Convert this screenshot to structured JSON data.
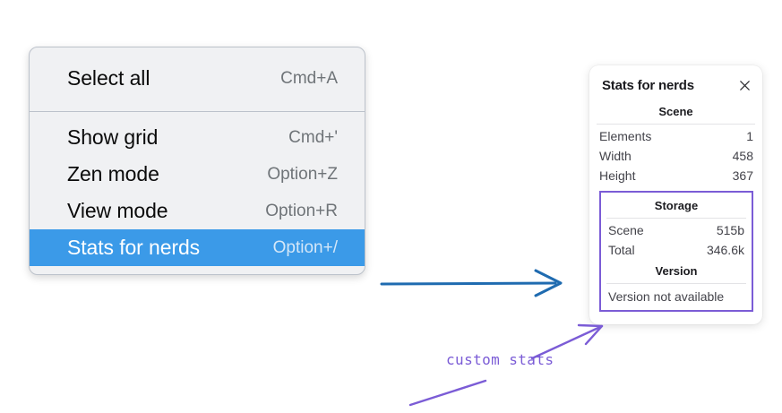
{
  "menu": {
    "groups": [
      {
        "items": [
          {
            "label": "Select all",
            "shortcut": "Cmd+A",
            "selected": false
          }
        ]
      },
      {
        "items": [
          {
            "label": "Show grid",
            "shortcut": "Cmd+'",
            "selected": false
          },
          {
            "label": "Zen mode",
            "shortcut": "Option+Z",
            "selected": false
          },
          {
            "label": "View mode",
            "shortcut": "Option+R",
            "selected": false
          },
          {
            "label": "Stats for nerds",
            "shortcut": "Option+/",
            "selected": true
          }
        ]
      }
    ],
    "selected_color": "#3b9ae8",
    "background": "#f0f1f3"
  },
  "stats_panel": {
    "title": "Stats for nerds",
    "close_icon": "close-icon",
    "sections": {
      "scene": {
        "heading": "Scene",
        "rows": [
          {
            "key": "Elements",
            "value": "1"
          },
          {
            "key": "Width",
            "value": "458"
          },
          {
            "key": "Height",
            "value": "367"
          }
        ]
      },
      "storage": {
        "heading": "Storage",
        "rows": [
          {
            "key": "Scene",
            "value": "515b"
          },
          {
            "key": "Total",
            "value": "346.6k"
          }
        ]
      },
      "version": {
        "heading": "Version",
        "text": "Version not available"
      }
    },
    "highlight_color": "#7b5cd6"
  },
  "annotations": {
    "custom_stats_label": "custom stats",
    "arrow_color_blue": "#1f6bb0",
    "arrow_color_purple": "#7b5cd6"
  }
}
